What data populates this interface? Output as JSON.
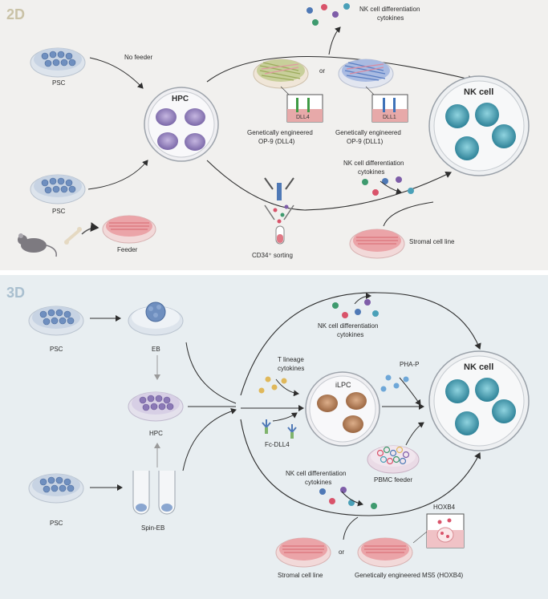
{
  "panel_2d": {
    "tag": "2D",
    "tag_color": "#c9c2a6",
    "psc_top": "PSC",
    "psc_bottom": "PSC",
    "no_feeder": "No feeder",
    "hpc": "HPC",
    "feeder": "Feeder",
    "cytokines_top": [
      "NK cell differentiation",
      "cytokines"
    ],
    "or": "or",
    "dll4": "DLL4",
    "dll1": "DLL1",
    "op9_dll4": [
      "Genetically engineered",
      "OP-9 (DLL4)"
    ],
    "op9_dll1": [
      "Genetically engineered",
      "OP-9 (DLL1)"
    ],
    "cytokines_mid": [
      "NK cell differentiation",
      "cytokines"
    ],
    "cd34": "CD34⁺ sorting",
    "stromal": "Stromal cell line",
    "nk": "NK cell"
  },
  "panel_3d": {
    "tag": "3D",
    "tag_color": "#a9bfcf",
    "psc_top": "PSC",
    "psc_bottom": "PSC",
    "eb": "EB",
    "hpc": "HPC",
    "spin_eb": "Spin-EB",
    "cytokines_top": [
      "NK cell differentiation",
      "cytokines"
    ],
    "t_lineage": [
      "T lineage",
      "cytokines"
    ],
    "ilpc": "iLPC",
    "fc_dll4": "Fc-DLL4",
    "pha": "PHA-P",
    "pbmc": "PBMC feeder",
    "cytokines_bottom": [
      "NK cell differentiation",
      "cytokines"
    ],
    "hoxb4": "HOXB4",
    "stromal": "Stromal cell line",
    "or": "or",
    "ms5": "Genetically engineered MS5 (HOXB4)",
    "nk": "NK cell"
  },
  "colors": {
    "dish_cells": "#6f8fbf",
    "hpc_cells": "#8b79b6",
    "nk_cells": "#3c97a8",
    "ilpc_cells": "#b47a52",
    "feeder_cells": "#e4858a",
    "arrow": "#2e2e2e",
    "dll4": "#3e9a44",
    "dll1": "#3f72b8"
  }
}
